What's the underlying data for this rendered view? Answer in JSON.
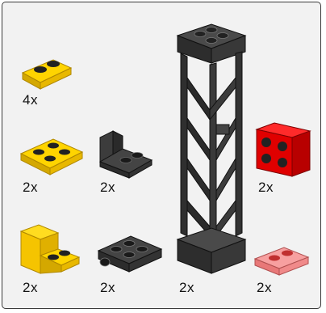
{
  "parts": [
    {
      "id": "yellow-plate-1x2",
      "qty": "4x",
      "color": "#f5c400"
    },
    {
      "id": "yellow-plate-2x2",
      "qty": "2x",
      "color": "#f5c400"
    },
    {
      "id": "black-bracket-1x2",
      "qty": "2x",
      "color": "#2b2b2b"
    },
    {
      "id": "black-support-tower",
      "qty": "2x",
      "color": "#2b2b2b"
    },
    {
      "id": "red-brick-2x2-studs-side",
      "qty": "2x",
      "color": "#d60000"
    },
    {
      "id": "yellow-bracket-1x2",
      "qty": "2x",
      "color": "#f5c400"
    },
    {
      "id": "black-plate-adapter",
      "qty": "2x",
      "color": "#2b2b2b"
    },
    {
      "id": "trans-red-plate-1x2",
      "qty": "2x",
      "color": "#f08a8a"
    }
  ]
}
